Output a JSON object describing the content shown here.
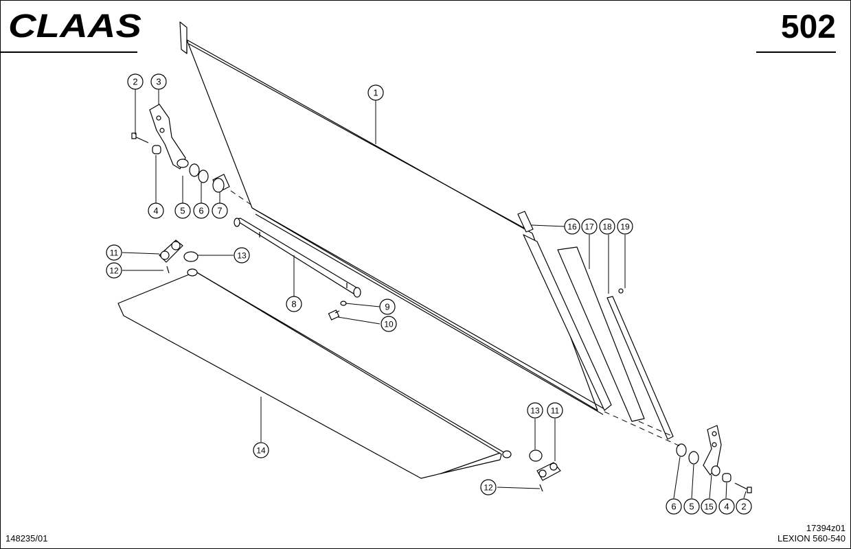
{
  "header": {
    "brand": "CLAAS",
    "sheet_number": "502"
  },
  "footer": {
    "catalog_ref": "148235/01",
    "drawing_ref": "17394z01",
    "model_range": "LEXION 560-540"
  },
  "callouts": [
    {
      "id": "c1",
      "label": "1"
    },
    {
      "id": "c2a",
      "label": "2"
    },
    {
      "id": "c3",
      "label": "3"
    },
    {
      "id": "c4a",
      "label": "4"
    },
    {
      "id": "c5a",
      "label": "5"
    },
    {
      "id": "c6a",
      "label": "6"
    },
    {
      "id": "c7",
      "label": "7"
    },
    {
      "id": "c8",
      "label": "8"
    },
    {
      "id": "c9",
      "label": "9"
    },
    {
      "id": "c10",
      "label": "10"
    },
    {
      "id": "c11a",
      "label": "11"
    },
    {
      "id": "c12a",
      "label": "12"
    },
    {
      "id": "c13a",
      "label": "13"
    },
    {
      "id": "c14",
      "label": "14"
    },
    {
      "id": "c16",
      "label": "16"
    },
    {
      "id": "c17",
      "label": "17"
    },
    {
      "id": "c18",
      "label": "18"
    },
    {
      "id": "c19",
      "label": "19"
    },
    {
      "id": "c13b",
      "label": "13"
    },
    {
      "id": "c11b",
      "label": "11"
    },
    {
      "id": "c12b",
      "label": "12"
    },
    {
      "id": "c6b",
      "label": "6"
    },
    {
      "id": "c5b",
      "label": "5"
    },
    {
      "id": "c15",
      "label": "15"
    },
    {
      "id": "c4b",
      "label": "4"
    },
    {
      "id": "c2b",
      "label": "2"
    }
  ]
}
